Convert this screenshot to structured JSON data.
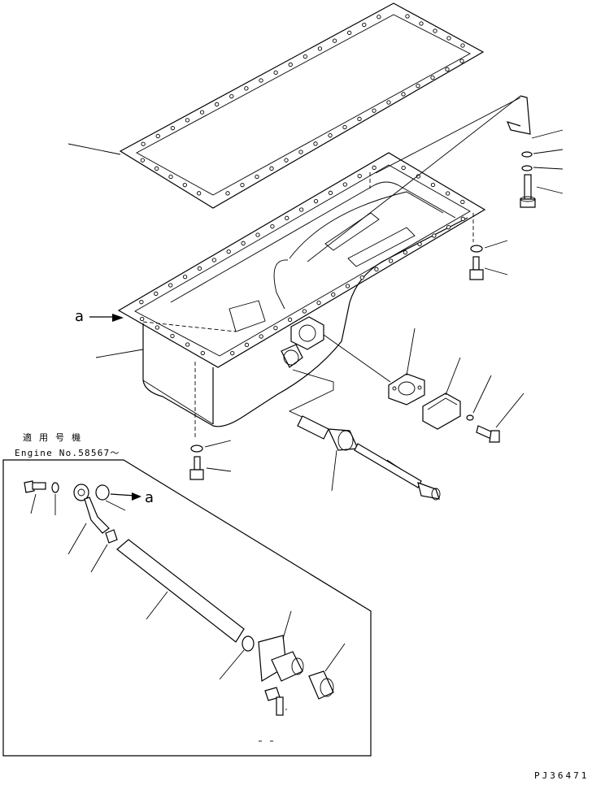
{
  "callouts": {
    "ref_a_main": "a",
    "ref_a_inset": "a"
  },
  "inset": {
    "note_line1": "適 用 号 機",
    "note_line2": "Engine No.58567～"
  },
  "drawing_code": "PJ36471",
  "icons": {
    "arrow": "arrow-right-icon"
  }
}
